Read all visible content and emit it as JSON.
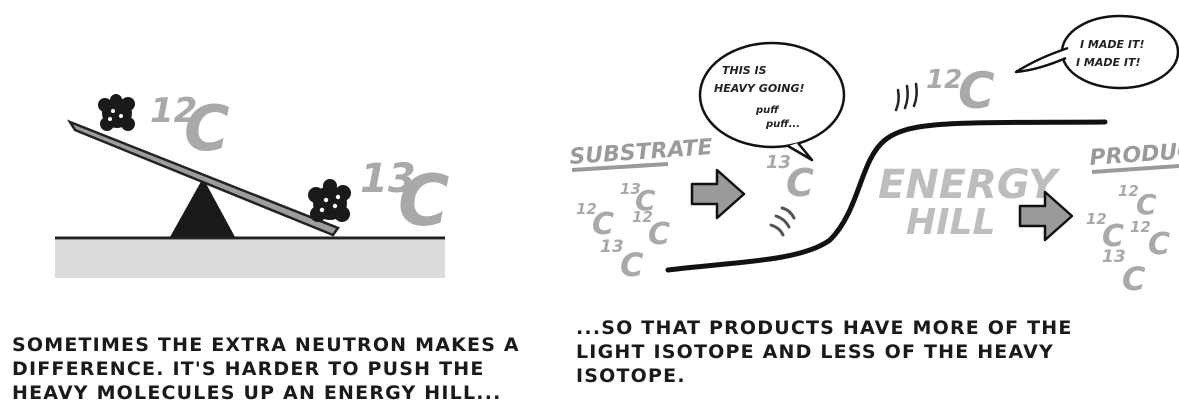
{
  "left_panel": {
    "isotope_light": {
      "sup": "12",
      "letter": "C"
    },
    "isotope_heavy": {
      "sup": "13",
      "letter": "C"
    },
    "caption": "SOMETIMES THE EXTRA NEUTRON MAKES A DIFFERENCE. IT'S HARDER TO PUSH THE HEAVY MOLECULES UP AN ENERGY HILL..."
  },
  "right_panel": {
    "substrate_label": "SUBSTRATE",
    "product_label": "PRODUCT",
    "hill_label_line1": "ENERGY",
    "hill_label_line2": "HILL",
    "speech_heavy_line1": "THIS IS",
    "speech_heavy_line2": "HEAVY GOING!",
    "puff1": "puff",
    "puff2": "puff...",
    "speech_light_line1": "I MADE IT!",
    "speech_light_line2": "I MADE IT!",
    "climber_heavy": {
      "sup": "13",
      "letter": "C"
    },
    "climber_light": {
      "sup": "12",
      "letter": "C"
    },
    "substrate_isotopes": [
      {
        "sup": "13",
        "letter": "C"
      },
      {
        "sup": "12",
        "letter": "C"
      },
      {
        "sup": "12",
        "letter": "C"
      },
      {
        "sup": "13",
        "letter": "C"
      }
    ],
    "product_isotopes": [
      {
        "sup": "12",
        "letter": "C"
      },
      {
        "sup": "12",
        "letter": "C"
      },
      {
        "sup": "12",
        "letter": "C"
      },
      {
        "sup": "13",
        "letter": "C"
      }
    ],
    "caption": "...SO THAT PRODUCTS HAVE MORE OF THE LIGHT ISOTOPE AND LESS OF THE HEAVY ISOTOPE."
  }
}
